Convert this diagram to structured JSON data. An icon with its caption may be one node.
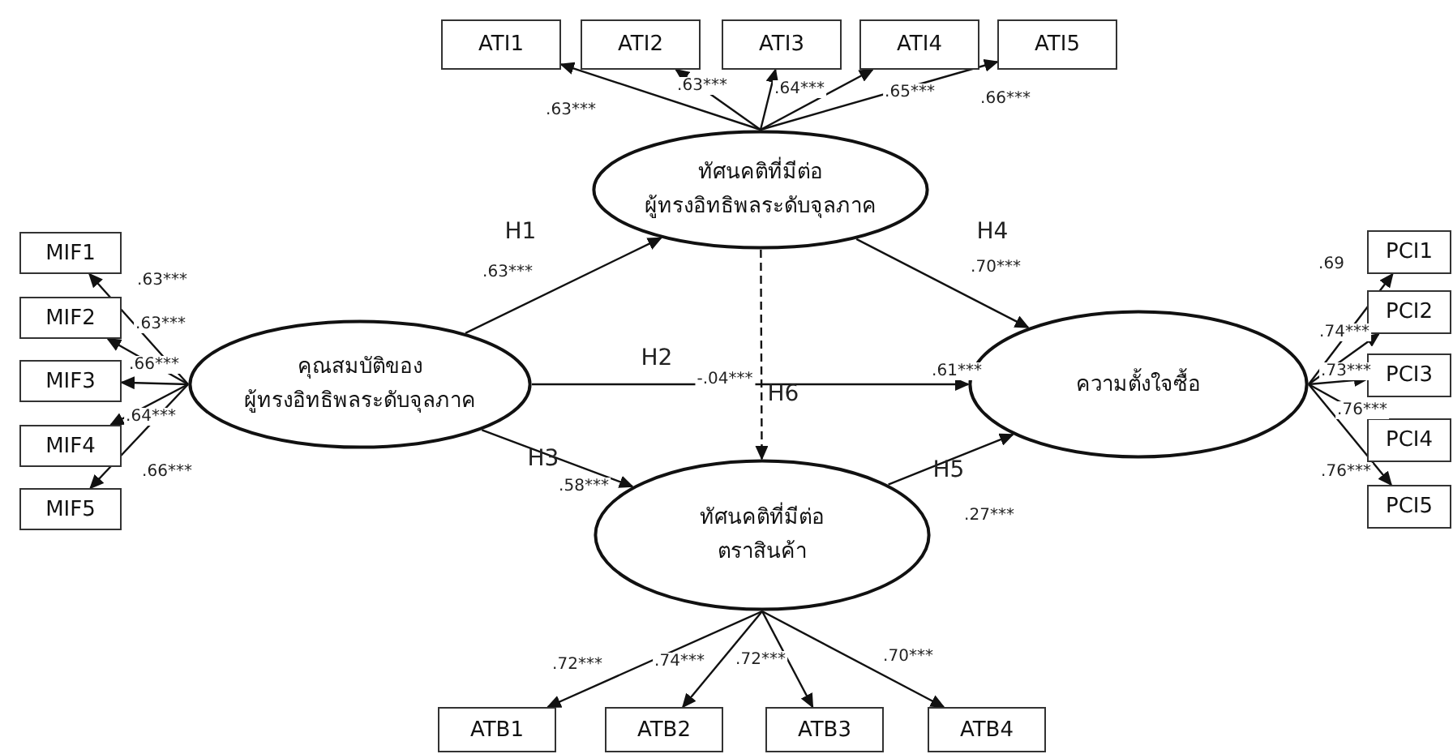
{
  "diagram": {
    "nodes": [
      {
        "text": [
          "คุณสมบัติของ ผู้ทรงอิทธิพลระดับจุลภาค"
        ]
      },
      {
        "text": [
          "ทัศนคติที่มีต่อ ผู้ทรงอิทธิพลระดับจุลภาค"
        ]
      },
      {
        "text": [
          "ทัศนคติที่มีต่อ ตราสินค้า"
        ]
      },
      {
        "text": [
          "ความตั้งใจซื้อ"
        ]
      },
      {
        "text": [
          "MIF1"
        ]
      },
      {
        "text": [
          "MIF2"
        ]
      },
      {
        "text": [
          "MIF3"
        ]
      },
      {
        "text": [
          "MIF4"
        ]
      },
      {
        "text": [
          "MIF5"
        ]
      },
      {
        "text": [
          "ATI1"
        ]
      },
      {
        "text": [
          "ATI2"
        ]
      },
      {
        "text": [
          "ATI3"
        ]
      },
      {
        "text": [
          "ATI4"
        ]
      },
      {
        "text": [
          "ATI5"
        ]
      },
      {
        "text": [
          "ATB1"
        ]
      },
      {
        "text": [
          "ATB2"
        ]
      },
      {
        "text": [
          "ATB3"
        ]
      },
      {
        "text": [
          "ATB4"
        ]
      },
      {
        "text": [
          "PCI1"
        ]
      },
      {
        "text": [
          "PCI2"
        ]
      },
      {
        "text": [
          "PCI3"
        ]
      },
      {
        "text": [
          "PCI4"
        ]
      },
      {
        "text": [
          "PCI5"
        ]
      }
    ],
    "edges": [
      {
        "from": 0,
        "to": 4,
        "arrow": "to",
        "label": ".63***"
      },
      {
        "from": 0,
        "to": 5,
        "arrow": "to",
        "label": ".63***"
      },
      {
        "from": 0,
        "to": 6,
        "arrow": "to",
        "label": ".66***"
      },
      {
        "from": 0,
        "to": 7,
        "arrow": "to",
        "label": ".64***"
      },
      {
        "from": 0,
        "to": 8,
        "arrow": "to",
        "label": ".66***"
      },
      {
        "from": 1,
        "to": 9,
        "arrow": "to",
        "label": ".63***"
      },
      {
        "from": 1,
        "to": 10,
        "arrow": "to",
        "label": ".63***"
      },
      {
        "from": 1,
        "to": 11,
        "arrow": "to",
        "label": ".64***"
      },
      {
        "from": 1,
        "to": 12,
        "arrow": "to",
        "label": ".65***"
      },
      {
        "from": 1,
        "to": 13,
        "arrow": "to",
        "label": ".66***"
      },
      {
        "from": 2,
        "to": 14,
        "arrow": "to",
        "label": ".72***"
      },
      {
        "from": 2,
        "to": 15,
        "arrow": "to",
        "label": ".74***"
      },
      {
        "from": 2,
        "to": 16,
        "arrow": "to",
        "label": ".72***"
      },
      {
        "from": 2,
        "to": 17,
        "arrow": "to",
        "label": ".70***"
      },
      {
        "from": 3,
        "to": 18,
        "arrow": "to",
        "label": ".69"
      },
      {
        "from": 3,
        "to": 19,
        "arrow": "to",
        "label": ".74***"
      },
      {
        "from": 3,
        "to": 20,
        "arrow": "to",
        "label": ".73***"
      },
      {
        "from": 3,
        "to": 21,
        "arrow": "to",
        "label": ".76***"
      },
      {
        "from": 3,
        "to": 22,
        "arrow": "to",
        "label": ".76***"
      },
      {
        "from": 0,
        "to": 1,
        "arrow": "to",
        "label": ".63***"
      },
      {
        "from": 0,
        "to": 3,
        "arrow": "to",
        "label": ".61***"
      },
      {
        "from": 0,
        "to": 2,
        "arrow": "to",
        "label": ".58***"
      },
      {
        "from": 1,
        "to": 3,
        "arrow": "to",
        "label": ".70***"
      },
      {
        "from": 2,
        "to": 3,
        "arrow": "to",
        "label": ".27***"
      },
      {
        "from": 1,
        "to": 2,
        "arrow": "to",
        "label": "-.04***",
        "style": "dashed"
      }
    ],
    "labels": [
      "H1",
      "H2",
      "H3",
      "H4",
      "H5",
      "H6"
    ]
  }
}
